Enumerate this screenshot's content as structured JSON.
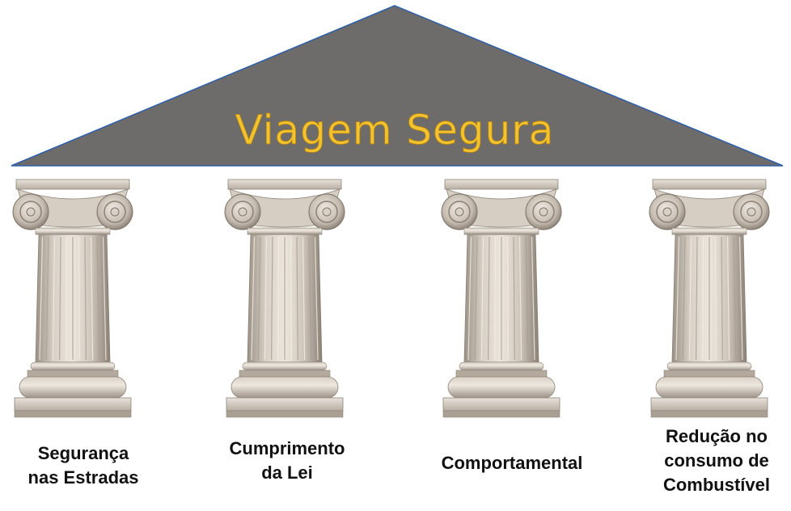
{
  "title": "Viagem Segura",
  "colors": {
    "roof_fill": "#6e6b6b",
    "roof_edge": "#2e5fa8",
    "title_fill": "#f2c230",
    "stone_light": "#e4ddd4",
    "stone_mid": "#c9c0b4",
    "stone_dark": "#8f857a",
    "label_text": "#111111"
  },
  "pillars": [
    {
      "lines": [
        "Segurança",
        "nas Estradas"
      ]
    },
    {
      "lines": [
        "Cumprimento",
        "da Lei"
      ]
    },
    {
      "lines": [
        "Comportamental"
      ]
    },
    {
      "lines": [
        "Redução no",
        "consumo de",
        "Combustível"
      ]
    }
  ]
}
